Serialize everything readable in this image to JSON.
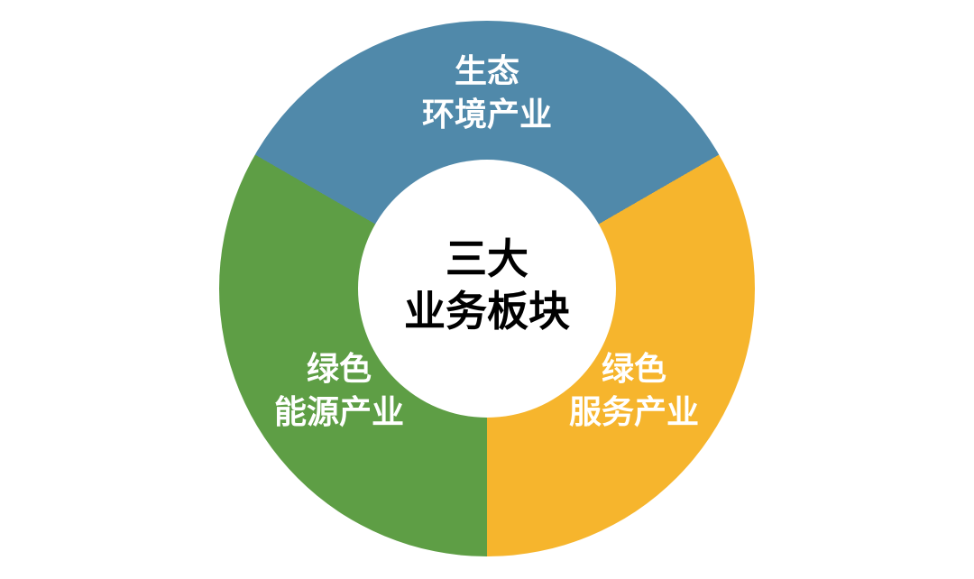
{
  "diagram": {
    "type": "donut-ring",
    "center": {
      "line1": "三大",
      "line2": "业务板块"
    },
    "segments": [
      {
        "line1": "生态",
        "line2": "环境产业",
        "color": "#5089AA",
        "position": "top"
      },
      {
        "line1": "绿色",
        "line2": "服务产业",
        "color": "#F6B52D",
        "position": "bottom-right"
      },
      {
        "line1": "绿色",
        "line2": "能源产业",
        "color": "#5E9E45",
        "position": "bottom-left"
      }
    ]
  }
}
